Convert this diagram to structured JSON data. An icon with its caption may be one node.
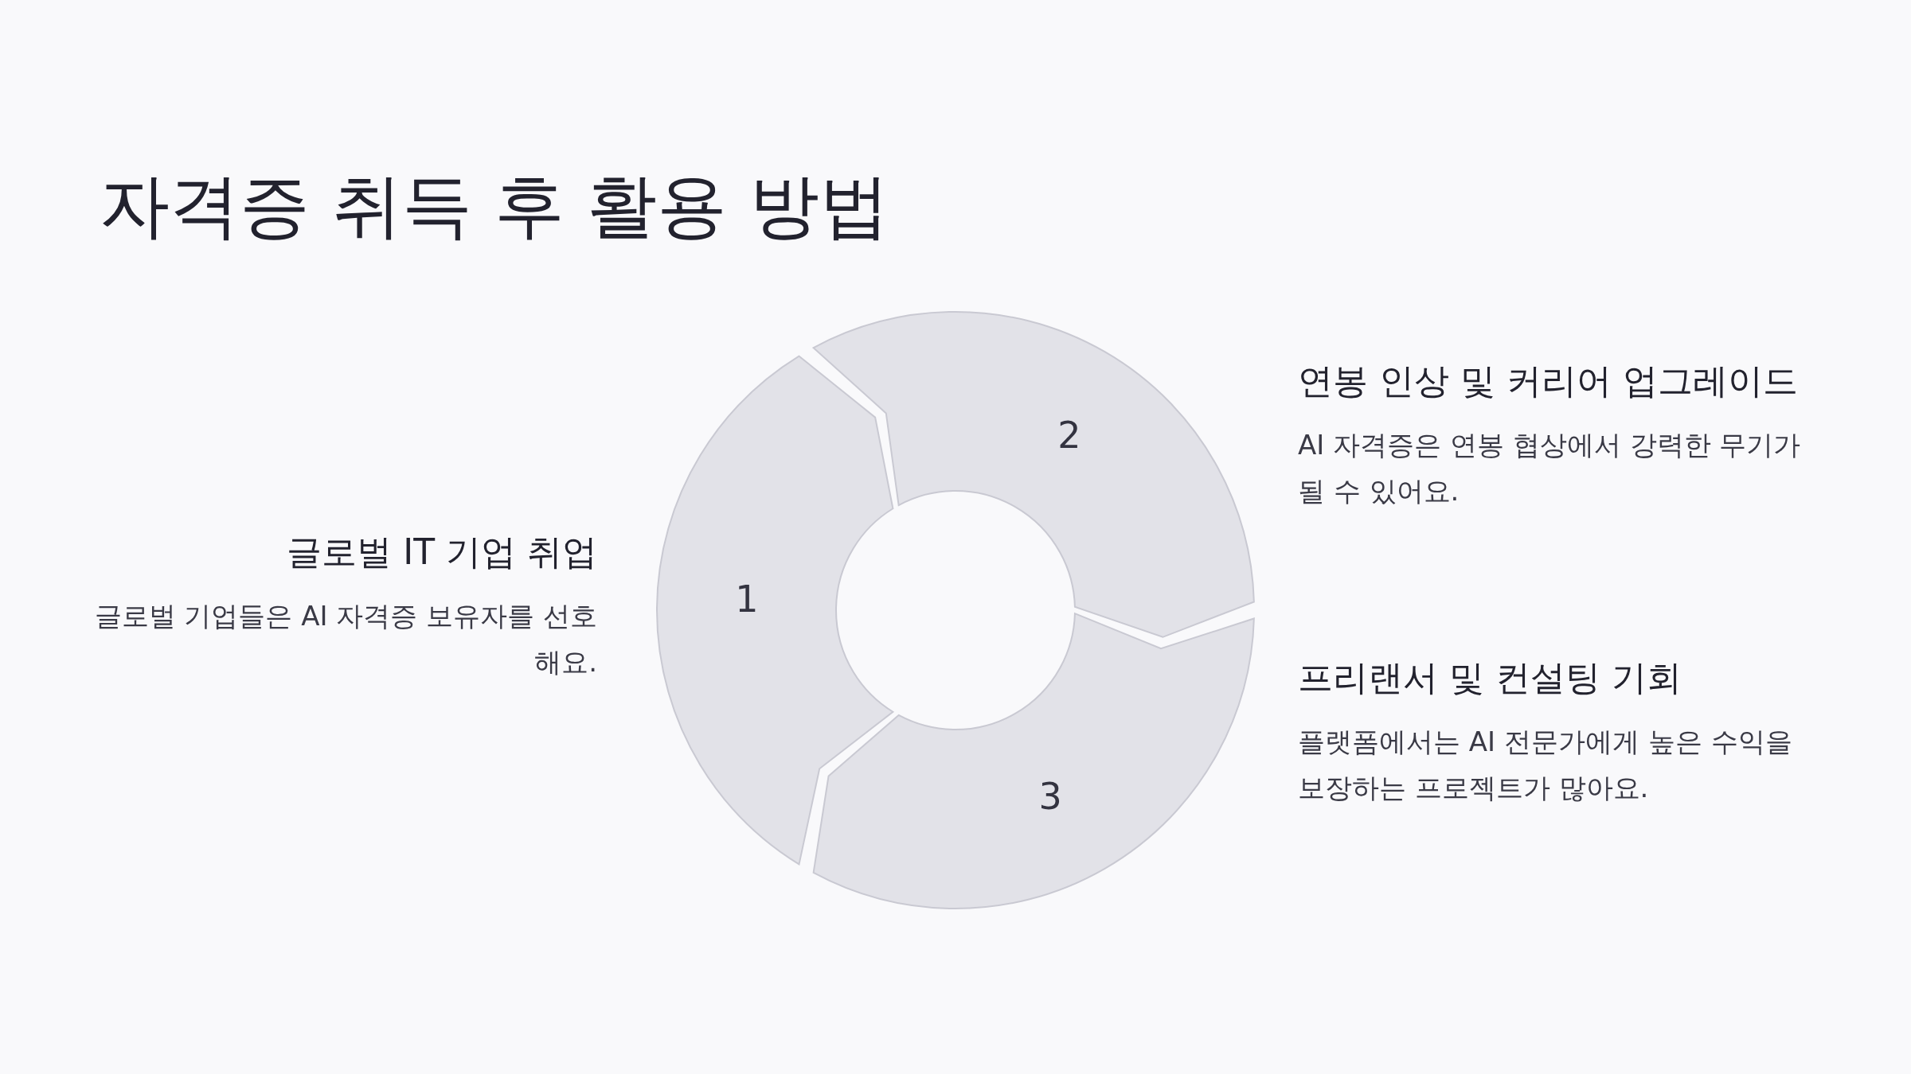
{
  "diagram": {
    "title": "자격증 취득 후 활용 방법",
    "nodes": [
      {
        "text": [
          "1"
        ]
      },
      {
        "text": [
          "2"
        ]
      },
      {
        "text": [
          "3"
        ]
      }
    ],
    "labels": [
      "글로벌 IT 기업 취업",
      "글로벌 기업들은 AI 자격증 보유자를 선호해요.",
      "연봉 인상 및 커리어 업그레이드",
      "AI 자격증은 연봉 협상에서 강력한 무기가 될 수 있어요.",
      "프리랜서 및 컨설팅 기회",
      "플랫폼에서는 AI 전문가에게 높은 수익을 보장하는 프로젝트가 많아요."
    ]
  }
}
